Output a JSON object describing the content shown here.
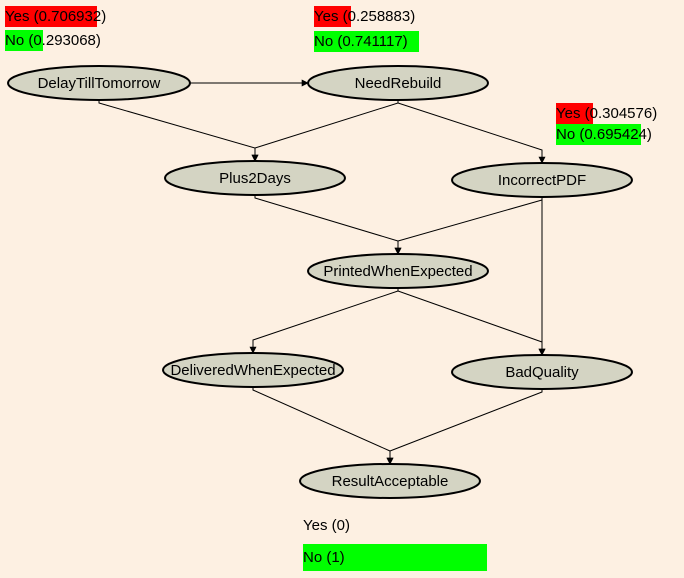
{
  "colors": {
    "background": "#fdf0e2",
    "node_fill": "#d4d4c3",
    "node_stroke": "#000000",
    "edge": "#000000",
    "yes_bar": "#ff0000",
    "no_bar": "#00ff00"
  },
  "nodes": {
    "delay": {
      "label": "DelayTillTomorrow"
    },
    "rebuild": {
      "label": "NeedRebuild"
    },
    "plus2": {
      "label": "Plus2Days"
    },
    "incorrect": {
      "label": "IncorrectPDF"
    },
    "printed": {
      "label": "PrintedWhenExpected"
    },
    "delivered": {
      "label": "DeliveredWhenExpected"
    },
    "badquality": {
      "label": "BadQuality"
    },
    "result": {
      "label": "ResultAcceptable"
    }
  },
  "edges": [
    [
      "delay",
      "rebuild"
    ],
    [
      "delay",
      "plus2"
    ],
    [
      "rebuild",
      "plus2"
    ],
    [
      "rebuild",
      "incorrect"
    ],
    [
      "plus2",
      "printed"
    ],
    [
      "incorrect",
      "printed"
    ],
    [
      "incorrect",
      "badquality"
    ],
    [
      "printed",
      "delivered"
    ],
    [
      "printed",
      "badquality"
    ],
    [
      "delivered",
      "result"
    ],
    [
      "badquality",
      "result"
    ]
  ],
  "probabilities": {
    "delay": {
      "yes_label": "Yes (0.706932)",
      "yes_value": 0.706932,
      "no_label": "No (0.293068)",
      "no_value": 0.293068
    },
    "rebuild": {
      "yes_label": "Yes (0.258883)",
      "yes_value": 0.258883,
      "no_label": "No (0.741117)",
      "no_value": 0.741117
    },
    "incorrect": {
      "yes_label": "Yes (0.304576)",
      "yes_value": 0.304576,
      "no_label": "No (0.695424)",
      "no_value": 0.695424
    },
    "result": {
      "yes_label": "Yes (0)",
      "yes_value": 0,
      "no_label": "No (1)",
      "no_value": 1
    }
  }
}
